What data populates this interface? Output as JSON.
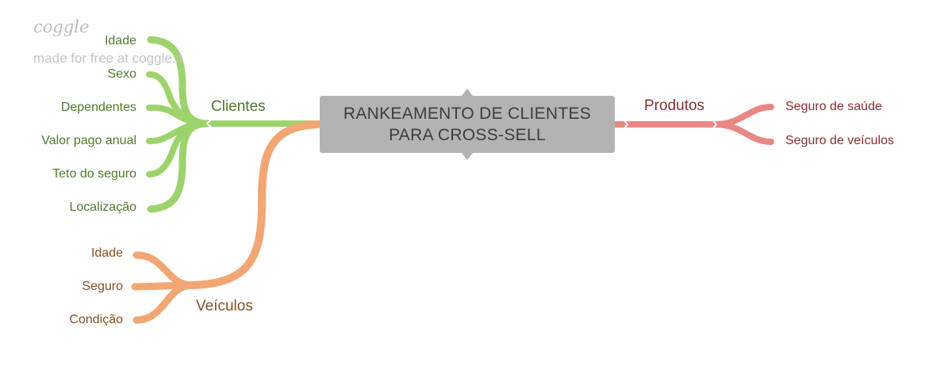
{
  "watermark": {
    "logo": "coggle",
    "text": "made for free at coggle.it"
  },
  "center": {
    "line1": "RANKEAMENTO DE CLIENTES",
    "line2": "PARA CROSS-SELL"
  },
  "colors": {
    "clientes": "#9dd36c",
    "veiculos": "#f1a673",
    "produtos": "#e98784",
    "center": "#b3b3b3"
  },
  "branches": {
    "clientes": {
      "title": "Clientes",
      "items": [
        "Idade",
        "Sexo",
        "Dependentes",
        "Valor pago anual",
        "Teto do seguro",
        "Localização"
      ]
    },
    "veiculos": {
      "title": "Veículos",
      "items": [
        "Idade",
        "Seguro",
        "Condição"
      ]
    },
    "produtos": {
      "title": "Produtos",
      "items": [
        "Seguro de saúde",
        "Seguro de veículos"
      ]
    }
  }
}
